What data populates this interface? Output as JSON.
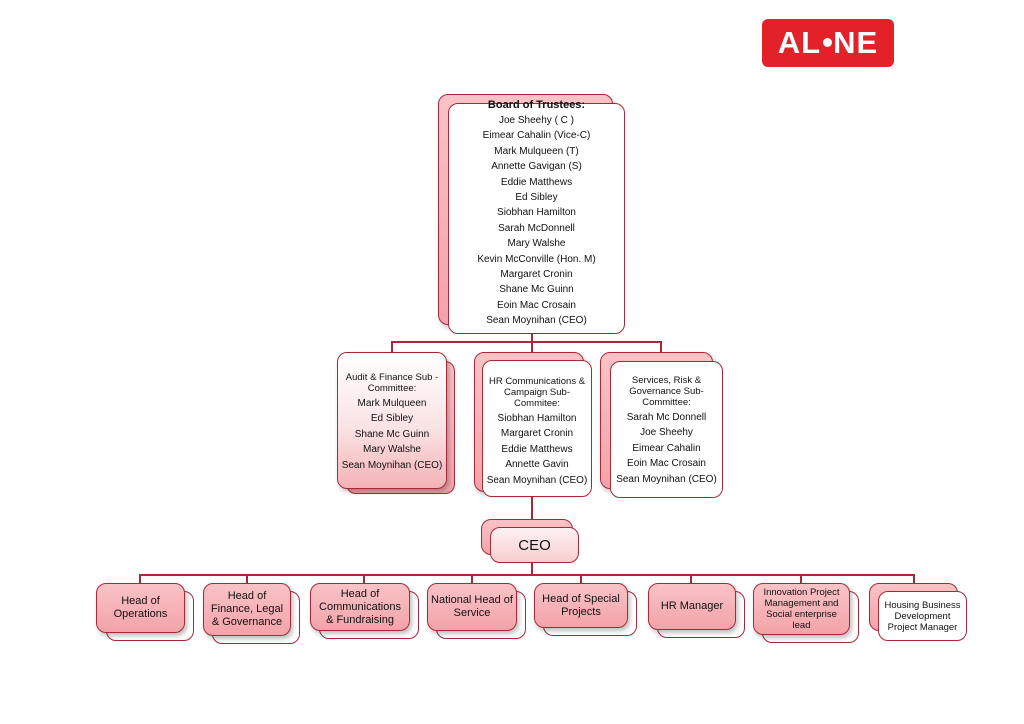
{
  "logo": {
    "text_left": "AL",
    "text_right": "NE"
  },
  "board": {
    "title": "Board of Trustees:",
    "members": [
      "Joe Sheehy ( C )",
      "Eimear Cahalin (Vice-C)",
      "Mark Mulqueen (T)",
      "Annette Gavigan (S)",
      "Eddie Matthews",
      "Ed Sibley",
      "Siobhan Hamilton",
      "Sarah McDonnell",
      "Mary Walshe",
      "Kevin McConville (Hon. M)",
      "Margaret Cronin",
      "Shane Mc Guinn",
      "Eoin Mac Crosain",
      "Sean Moynihan (CEO)"
    ]
  },
  "committees": [
    {
      "title": "Audit & Finance Sub - Committee:",
      "members": [
        "Mark Mulqueen",
        "Ed Sibley",
        "Shane Mc Guinn",
        "Mary Walshe",
        "Sean Moynihan (CEO)"
      ]
    },
    {
      "title": "HR Communications & Campaign Sub-Commitee:",
      "members": [
        "Siobhan Hamilton",
        "Margaret Cronin",
        "Eddie Matthews",
        "Annette Gavin",
        "Sean Moynihan (CEO)"
      ]
    },
    {
      "title": "Services, Risk & Governance Sub-Committee:",
      "members": [
        "Sarah Mc Donnell",
        "Joe Sheehy",
        "Eimear Cahalin",
        "Eoin Mac Crosain",
        "Sean Moynihan (CEO)"
      ]
    }
  ],
  "ceo": {
    "label": "CEO"
  },
  "roles": [
    "Head of Operations",
    "Head of Finance, Legal & Governance",
    "Head of Communications & Fundraising",
    "National Head of Service",
    "Head of Special Projects",
    "HR Manager",
    "Innovation Project Management and Social enterprise lead",
    "Housing Business Development Project Manager"
  ]
}
